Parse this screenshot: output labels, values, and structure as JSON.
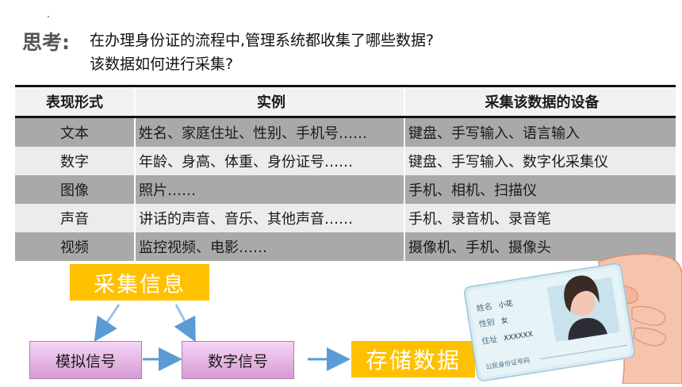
{
  "question": {
    "label": "思考:",
    "line1": "在办理身份证的流程中,管理系统都收集了哪些数据?",
    "line2": "该数据如何进行采集?"
  },
  "table": {
    "headers": [
      "表现形式",
      "实例",
      "采集该数据的设备"
    ],
    "rows": [
      [
        "文本",
        "姓名、家庭住址、性别、手机号……",
        "键盘、手写输入、语言输入"
      ],
      [
        "数字",
        "年龄、身高、体重、身份证号……",
        "键盘、手写输入、数字化采集仪"
      ],
      [
        "图像",
        "照片……",
        "手机、相机、扫描仪"
      ],
      [
        "声音",
        "讲话的声音、音乐、其他声音……",
        "手机、录音机、录音笔"
      ],
      [
        "视频",
        "监控视频、电影……",
        "摄像机、手机、摄像头"
      ]
    ]
  },
  "flow": {
    "collect": "采集信息",
    "analog": "模拟信号",
    "digital": "数字信号",
    "store": "存储数据"
  },
  "idcard": {
    "name_label": "姓名",
    "name_value": "小花",
    "gender_label": "性别",
    "gender_value": "女",
    "address_label": "住址",
    "address_value": "XXXXXX",
    "id_label": "公民身份证号码"
  },
  "colors": {
    "accent": "#ffc000",
    "signal_box": "#d59bd5",
    "row_dark": "#a9a9a9",
    "row_light": "#ececec",
    "arrow": "#5b9bd5"
  }
}
